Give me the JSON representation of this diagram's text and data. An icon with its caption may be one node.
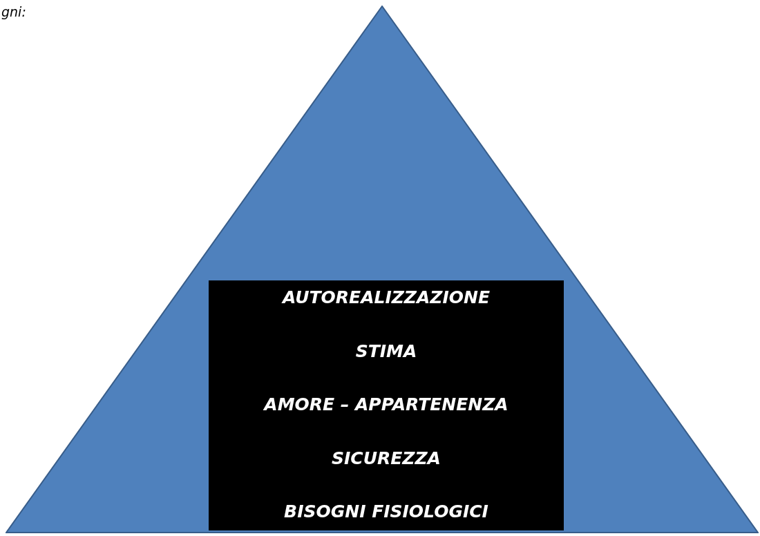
{
  "diagram": {
    "nodes": [
      {
        "text": [],
        "shape": "triangle"
      },
      {
        "text": [
          "AUTOREALIZZAZIONE",
          "STIMA",
          "AMORE – APPARTENENZA",
          "SICUREZZA",
          "BISOGNI FISIOLOGICI"
        ],
        "in": 0
      }
    ],
    "labels": [
      "gni:"
    ]
  }
}
